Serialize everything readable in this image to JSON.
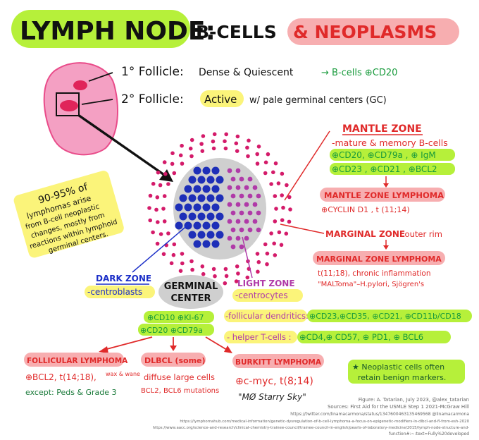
{
  "title": {
    "part1": "LYMPH NODE:",
    "part2": "B-CELLS",
    "part3": "& NEOPLASMS"
  },
  "colors": {
    "green_highlight": "#b6f03a",
    "pink_highlight": "#f7aeb0",
    "yellow_highlight": "#fbf47a",
    "red_text": "#e02a2a",
    "green_text": "#179a3b",
    "blue_text": "#1c2fc8",
    "node_pink": "#e94c8a",
    "dark_zone_blue": "#1e2fb8",
    "light_zone_purple": "#b03aa8",
    "mantle_dots": "#d41b6a",
    "gc_gray": "#cfcfcf"
  },
  "follicles": {
    "primary_label": "1° Follicle:",
    "primary_desc": "Dense & Quiescent",
    "primary_markers": "→ B-cells ⊕CD20",
    "secondary_label": "2° Follicle:",
    "secondary_highlight": "Active",
    "secondary_desc": "w/ pale germinal centers (GC)"
  },
  "mantle_zone": {
    "title": "MANTLE ZONE",
    "desc": "-mature & memory B-cells",
    "markers_line1": "⊕CD20, ⊕CD79a , ⊕ IgM",
    "markers_line2": "⊕CD23 , ⊕CD21 , ⊕BCL2",
    "lymphoma_title": "MANTLE ZONE LYMPHOMA",
    "lymphoma_detail": "⊕CYCLIN D1 ,  t (11;14)"
  },
  "marginal_zone": {
    "title": "MARGINAL ZONE",
    "desc": ": outer rim",
    "lymphoma_title": "MARGINAL ZONE LYMPHOMA",
    "lymphoma_detail1": "t(11;18), chronic inflammation",
    "lymphoma_detail2": "\"MALToma\"–H.pylori, Sjögren's"
  },
  "callout": {
    "line1": "90-95% of",
    "line2": "lymphomas arise",
    "line3": "from B-cell neoplastic",
    "line4": "changes, mostly from",
    "line5": "reactions within lymphoid",
    "line6": "germinal centers."
  },
  "dark_zone": {
    "title": "DARK ZONE",
    "desc": "-centroblasts"
  },
  "light_zone": {
    "title": "LIGHT ZONE",
    "desc": "-centrocytes",
    "fdc_label": "-follicular dendritics:",
    "fdc_markers": "⊕CD23,⊕CD35, ⊕CD21, ⊕CD11b/CD18",
    "helper_label": "- helper T-cells :",
    "helper_markers": "⊕CD4,⊕ CD57, ⊕ PD1, ⊕ BCL6"
  },
  "germinal_center": {
    "line1": "GERMINAL",
    "line2": "CENTER",
    "markers_line1": "⊕CD10  ⊕KI-67",
    "markers_line2": "⊕CD20  ⊕CD79a"
  },
  "follicular_lymphoma": {
    "title": "FOLLICULAR LYMPHOMA",
    "detail1": "⊕BCL2, t(14;18),",
    "wax_wane": "wax & wane",
    "detail2": "except: Peds & Grade 3"
  },
  "dlbcl": {
    "title": "DLBCL (some)",
    "detail1": "diffuse large cells",
    "detail2": "BCL2, BCL6 mutations"
  },
  "burkitt": {
    "title": "BURKITT LYMPHOMA",
    "detail1": "⊕c-myc, t(8;14)",
    "detail2": "\"MØ Starry Sky\""
  },
  "benign_note": {
    "line1": "★ Neoplastic cells often",
    "line2": "retain benign markers."
  },
  "credits": {
    "figure": "Figure: A. Tatarian, July 2023, @alex_tatarian",
    "sources": "Sources: First Aid for the USMLE Step 1 2021-McGraw Hill",
    "url1": "https://twitter.com/linamacarmona/status/1347600463135469568 @linamacarmona",
    "url2": "https://lymphomahub.com/medical-information/genetic-dysregulation-of-b-cell-lymphoma-a-focus-on-epigenetic-modifiers-in-dlbcl-and-fl-from-esh-2020",
    "url3": "https://www.aacc.org/science-and-research/clinical-chemistry-trainee-council/trainee-council-in-english/pearls-of-laboratory-medicine/2015/lymph-node-structure-and-",
    "url4": "function#:~:text=Fully%20developed"
  }
}
